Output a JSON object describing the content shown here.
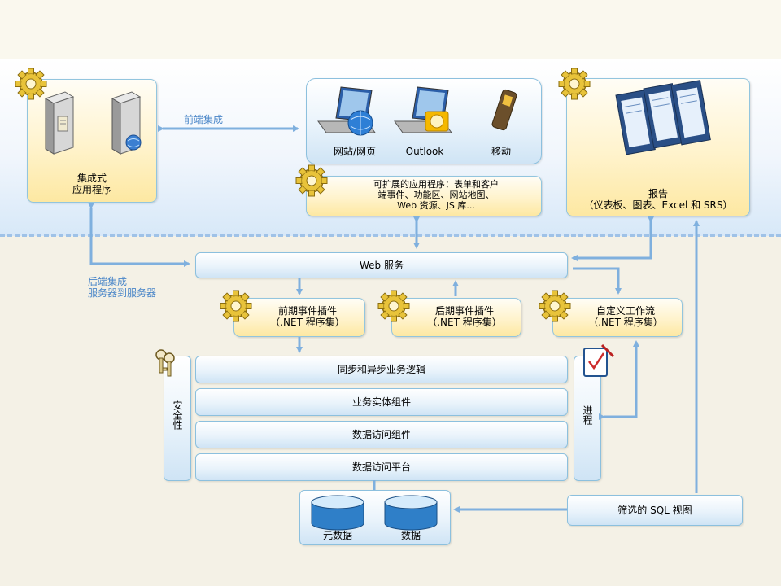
{
  "top": {
    "integrated_app": "集成式\n应用程序",
    "frontend_integration": "前端集成",
    "clients": [
      "网站/网页",
      "Outlook",
      "移动"
    ],
    "extensible_apps": "可扩展的应用程序：表单和客户\n端事件、功能区、网站地图、\nWeb 资源、JS 库...",
    "reports": "报告\n（仪表板、图表、Excel 和 SRS）"
  },
  "middle": {
    "web_services": "Web 服务",
    "backend_integration": "后端集成\n服务器到服务器",
    "pre_event": "前期事件插件\n（.NET 程序集）",
    "post_event": "后期事件插件\n（.NET 程序集）",
    "custom_workflow": "自定义工作流\n（.NET 程序集）"
  },
  "layers": [
    "同步和异步业务逻辑",
    "业务实体组件",
    "数据访问组件",
    "数据访问平台"
  ],
  "security": "安全性",
  "process": "进程",
  "bottom": {
    "metadata": "元数据",
    "data": "数据",
    "filtered_sql_views": "筛选的 SQL 视图"
  },
  "colors": {
    "arrow": "#7fb0de",
    "label_blue": "#4a86c8",
    "gear": "#e8c33a"
  }
}
